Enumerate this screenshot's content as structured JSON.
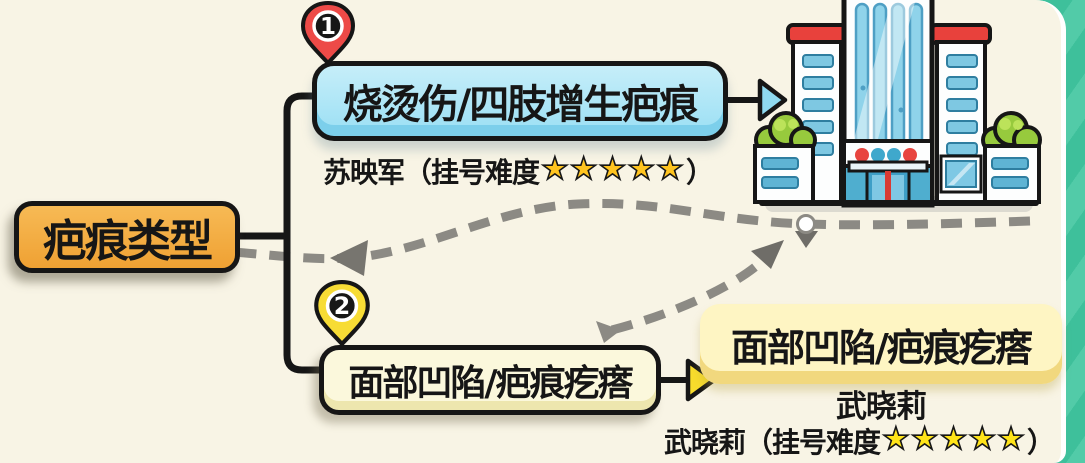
{
  "root": {
    "label": "疤痕类型"
  },
  "branch1": {
    "marker": "1",
    "label": "烧烫伤/四肢增生疤痕",
    "doctor_line_prefix": "苏映军（挂号难度",
    "stars": "★★★★★",
    "doctor_line_suffix": "）"
  },
  "branch2": {
    "marker": "2",
    "label": "面部凹陷/疤痕疙瘩"
  },
  "destination": {
    "title": "面部凹陷/疤痕疙瘩",
    "doctor_name": "武晓莉",
    "doctor_line_prefix": "武晓莉（挂号难度",
    "stars": "★★★★★",
    "doctor_line_suffix": "）"
  },
  "palette": {
    "background_cream": "#F8F4E5",
    "stripe_teal": "#3EC09B",
    "root_orange": "#EFA133",
    "branch1_cyan": "#9ADFF4",
    "branch2_pale_yellow": "#FBF8DC",
    "dest_card_yellow": "#FEF5C3",
    "pin1_red": "#ED4A47",
    "pin2_yellow": "#F7DC35",
    "star_gold": "#FFC41F",
    "dash_gray": "#8C8A84",
    "outline_black": "#161616"
  },
  "icons": {
    "hospital": "hospital-building",
    "pin1": "map-pin-1",
    "pin2": "map-pin-2"
  }
}
